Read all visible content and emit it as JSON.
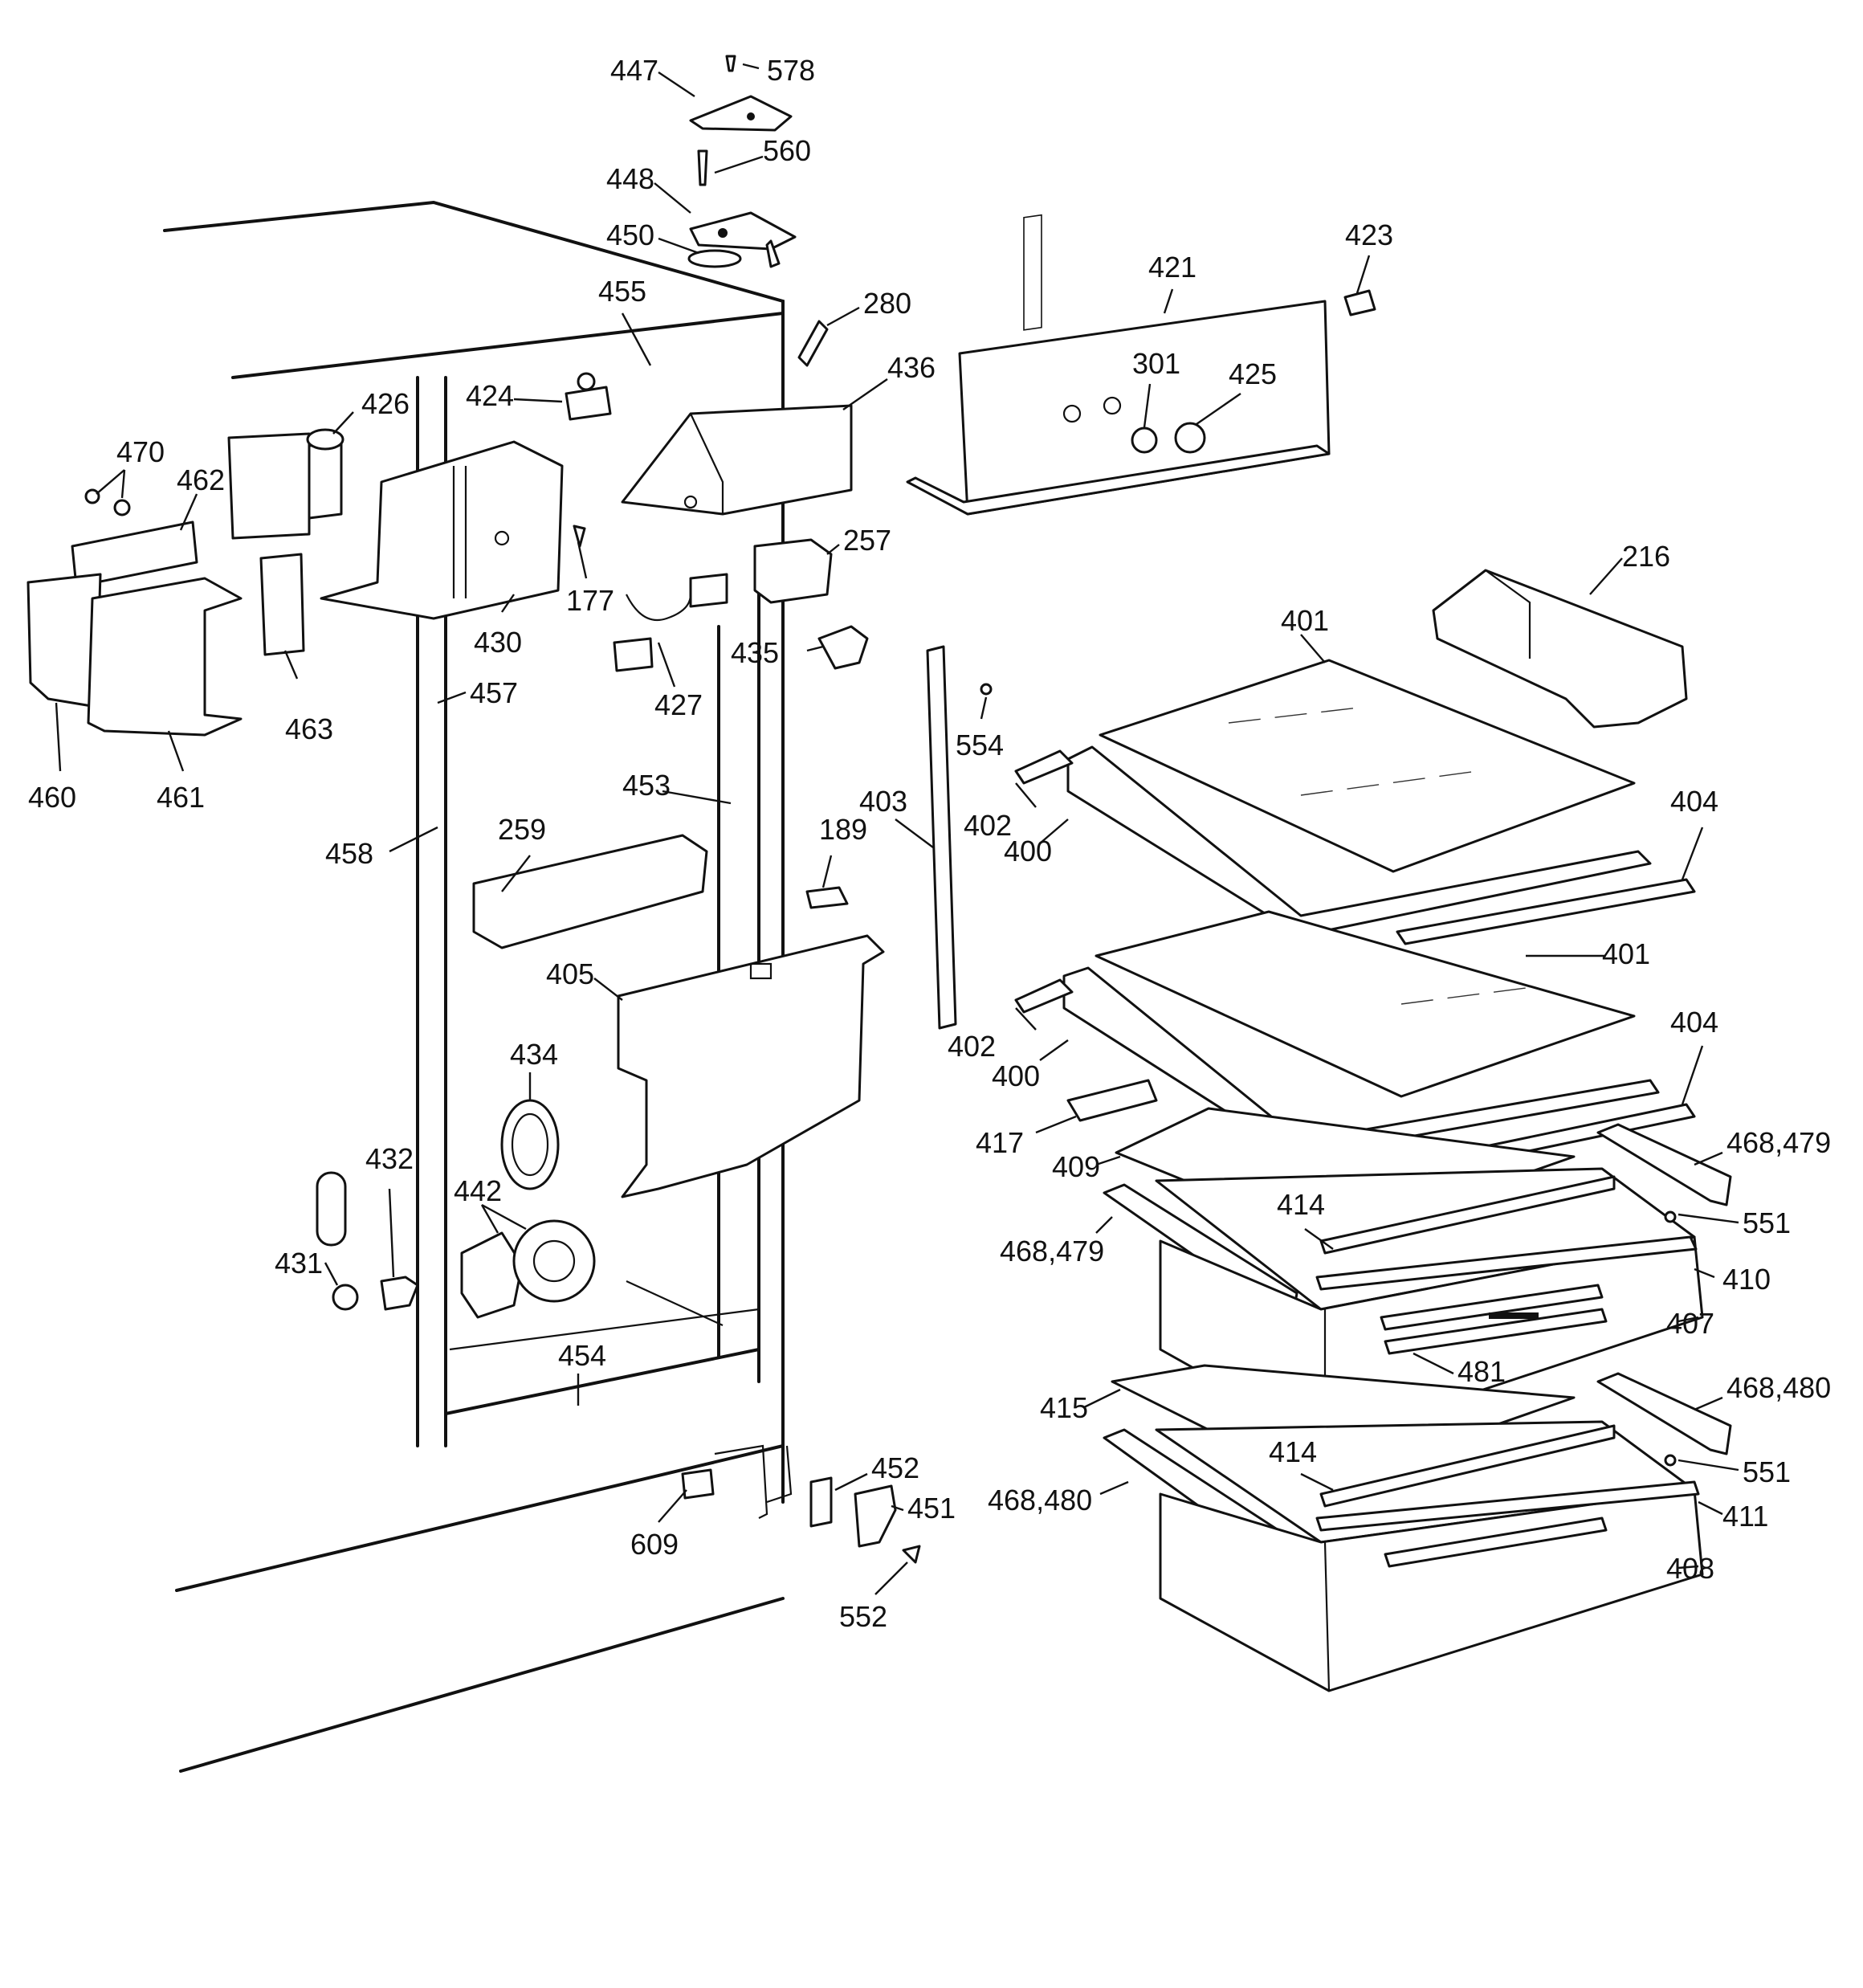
{
  "diagram": {
    "type": "exploded-parts-view",
    "callouts": [
      "447",
      "578",
      "560",
      "448",
      "450",
      "455",
      "280",
      "421",
      "423",
      "436",
      "424",
      "426",
      "301",
      "425",
      "470",
      "462",
      "177",
      "430",
      "257",
      "216",
      "401",
      "427",
      "435",
      "463",
      "457",
      "554",
      "460",
      "461",
      "453",
      "403",
      "404",
      "458",
      "259",
      "189",
      "402",
      "400",
      "405",
      "434",
      "417",
      "409",
      "468,479",
      "551",
      "432",
      "442",
      "414",
      "431",
      "410",
      "407",
      "481",
      "454",
      "415",
      "468,480",
      "452",
      "451",
      "609",
      "411",
      "408",
      "552"
    ]
  }
}
